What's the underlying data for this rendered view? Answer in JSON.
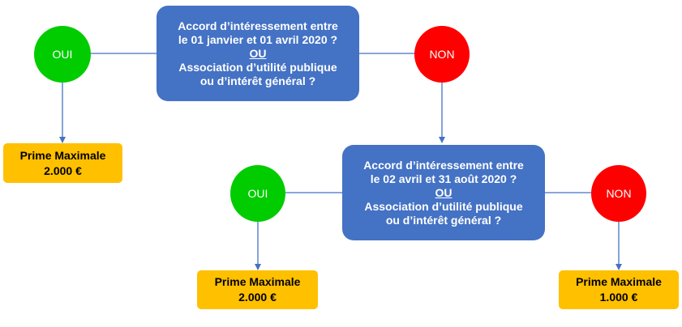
{
  "colors": {
    "question": "#4472c4",
    "yes": "#00cc00",
    "no": "#ff0000",
    "result": "#ffc000",
    "connector": "#4472c4"
  },
  "question1": {
    "line1": "Accord d’intéressement entre",
    "line2": "le 01 janvier et 01 avril 2020 ?",
    "or": "OU",
    "line3": "Association d’utilité publique",
    "line4": "ou d’intérêt général ?"
  },
  "question2": {
    "line1": "Accord d’intéressement entre",
    "line2": "le 02 avril et 31 août 2020 ?",
    "or": "OU",
    "line3": "Association d’utilité publique",
    "line4": "ou d’intérêt général ?"
  },
  "yes1": {
    "label": "OUI"
  },
  "no1": {
    "label": "NON"
  },
  "yes2": {
    "label": "OUI"
  },
  "no2": {
    "label": "NON"
  },
  "result1": {
    "title": "Prime Maximale",
    "amount": "2.000 €"
  },
  "result2": {
    "title": "Prime Maximale",
    "amount": "2.000 €"
  },
  "result3": {
    "title": "Prime Maximale",
    "amount": "1.000 €"
  }
}
